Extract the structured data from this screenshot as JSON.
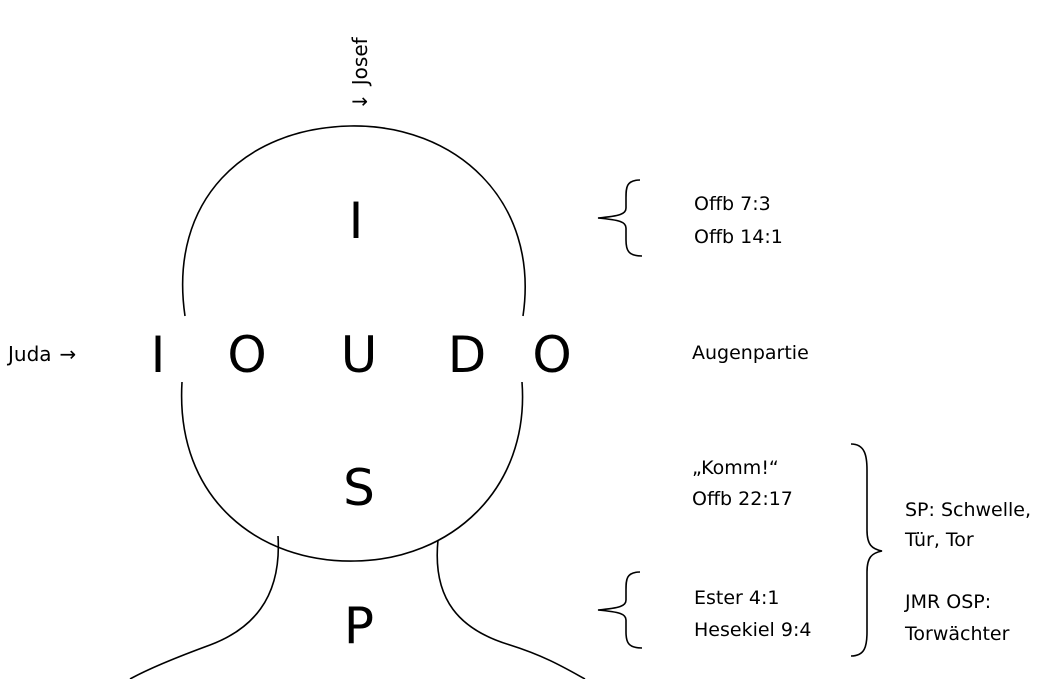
{
  "top_label": {
    "arrow": "↓",
    "text": "Josef"
  },
  "left_label": {
    "text": "Juda",
    "arrow": "→"
  },
  "head_letters": {
    "top": "I",
    "row": [
      "I",
      "O",
      "U",
      "D",
      "O"
    ],
    "lower": "S",
    "neck": "P"
  },
  "annotations": {
    "offb_top": [
      "Offb 7:3",
      "Offb 14:1"
    ],
    "eyes": "Augenpartie",
    "komm": [
      "„Komm!“",
      "Offb 22:17"
    ],
    "ester": [
      "Ester 4:1",
      "Hesekiel 9:4"
    ],
    "right_notes": [
      "SP: Schwelle,",
      "Tür, Tor",
      "JMR OSP:",
      "Torwächter"
    ]
  }
}
